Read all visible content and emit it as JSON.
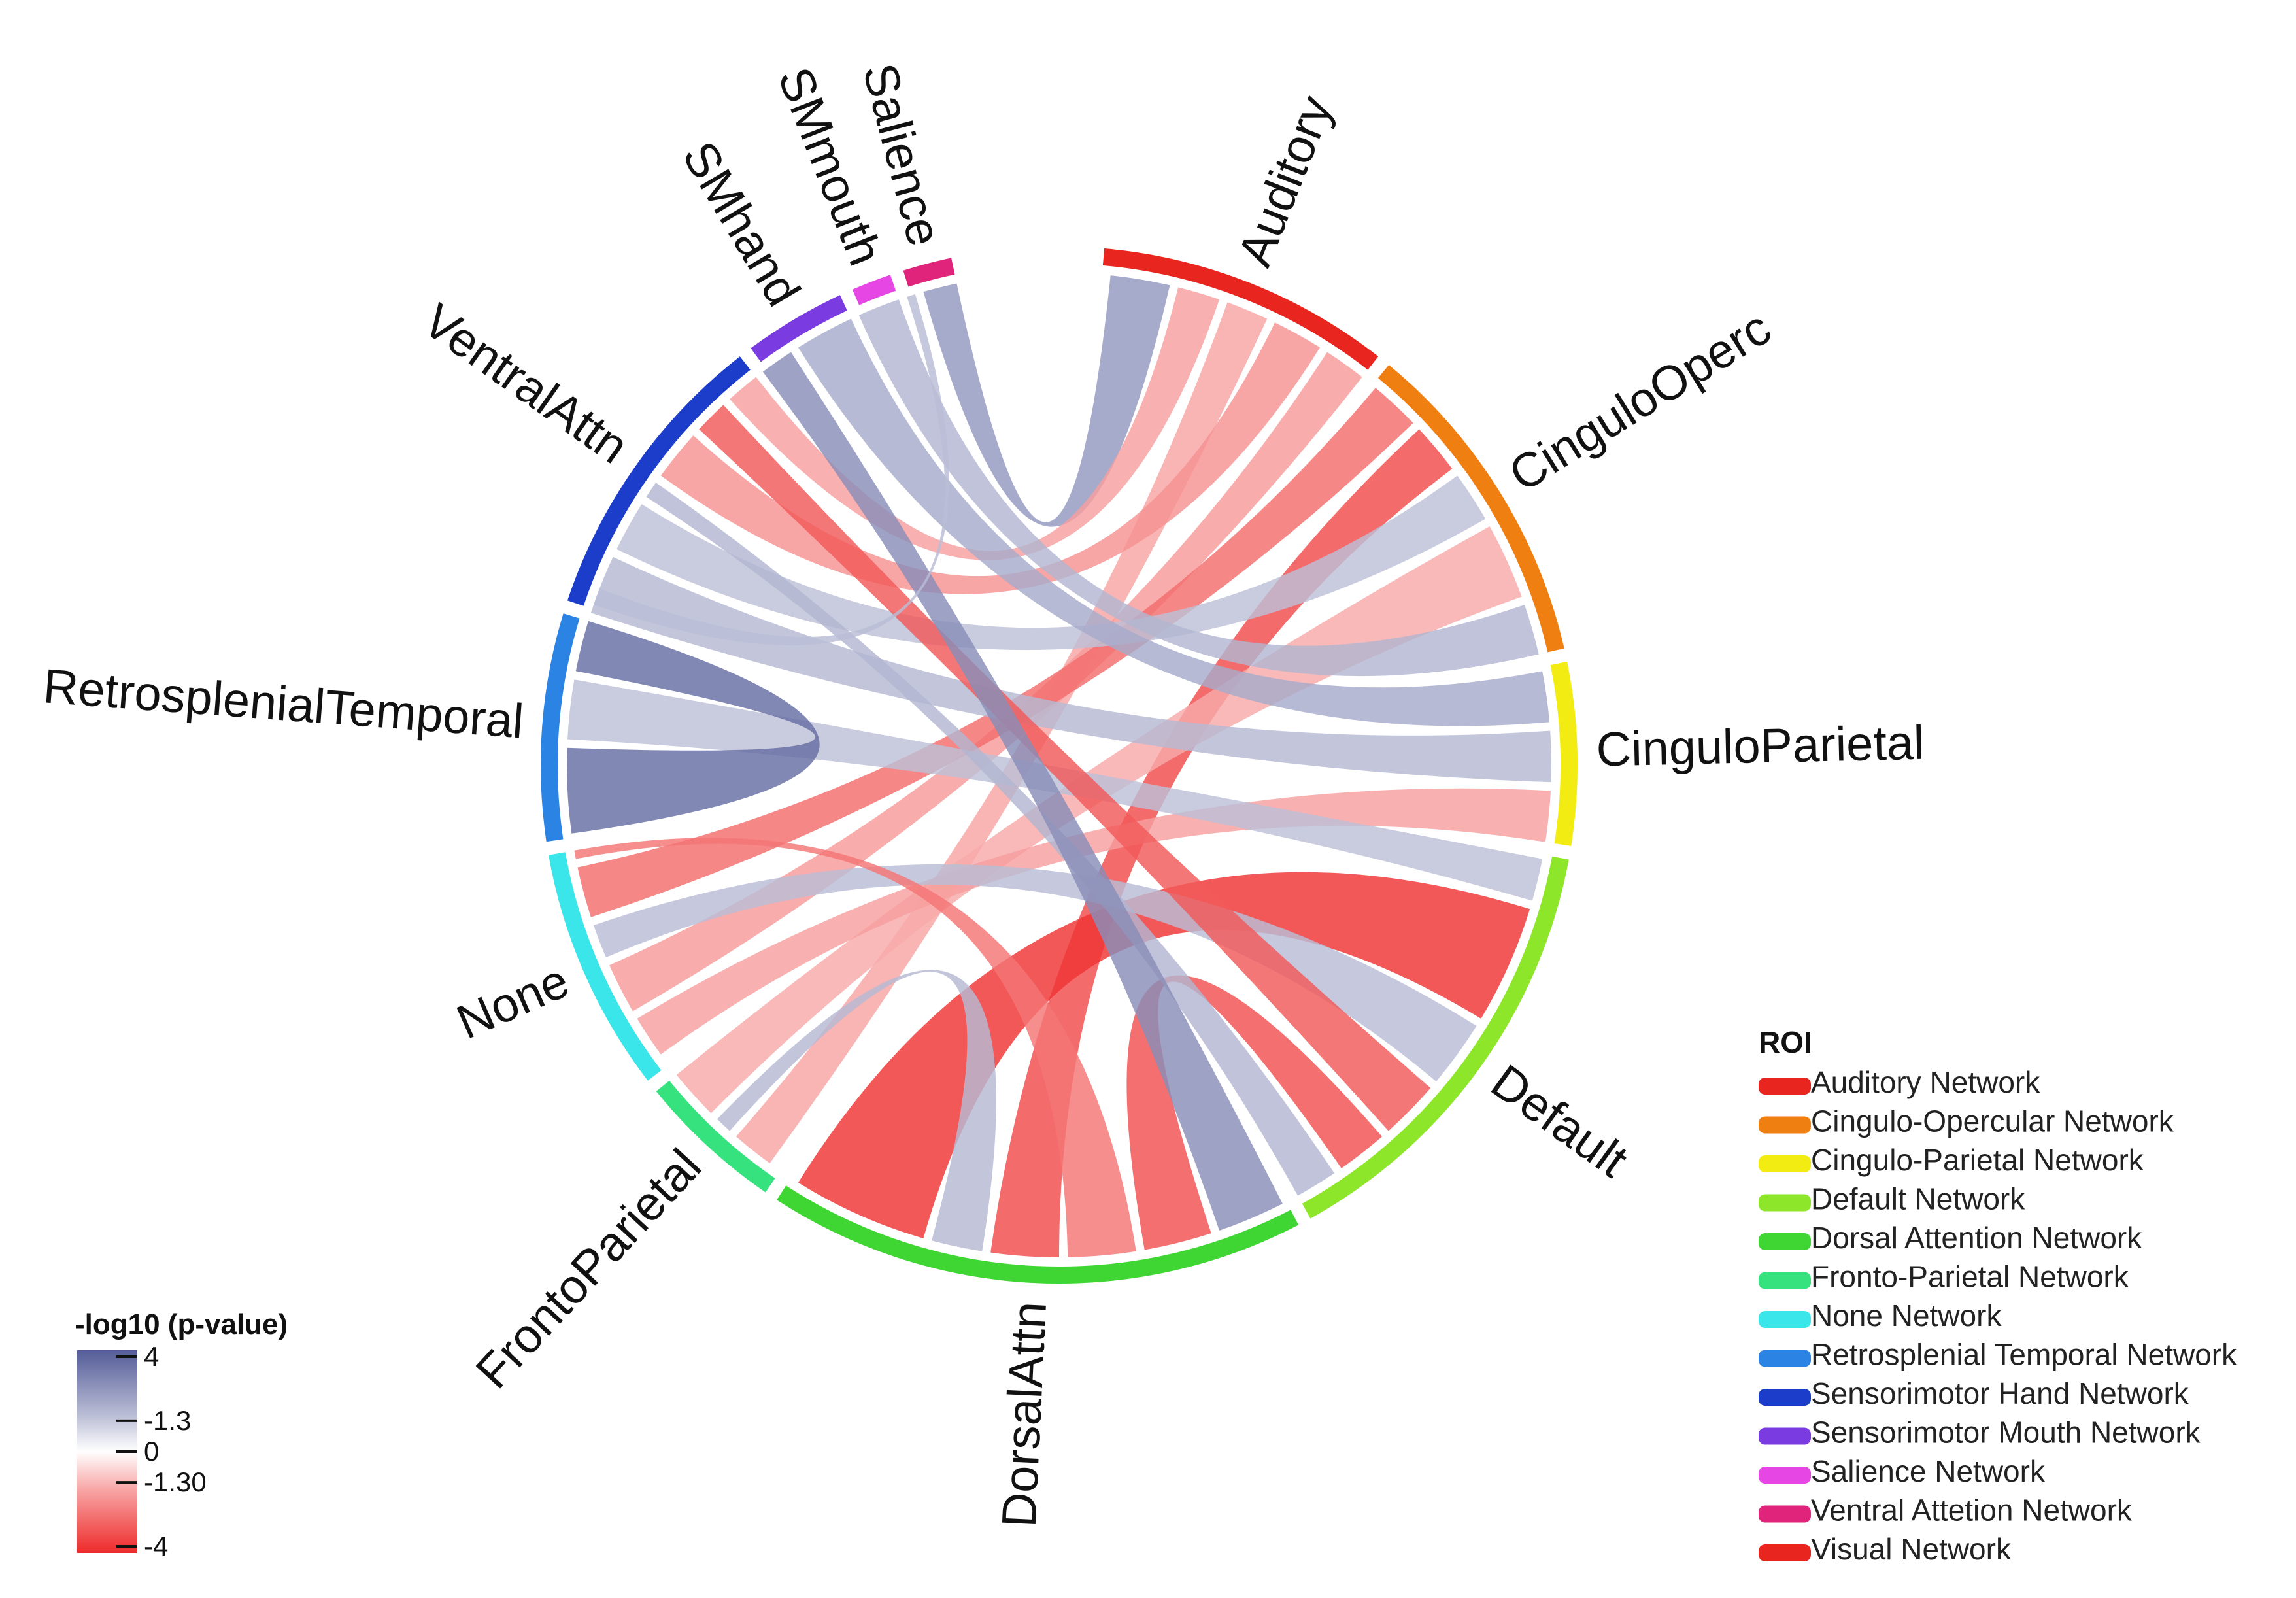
{
  "sectors": [
    {
      "id": "auditory",
      "label": "Auditory",
      "color": "#e8251e",
      "start": 5,
      "end": 38
    },
    {
      "id": "cingulo-operc",
      "label": "CinguloOperc",
      "color": "#f07f12",
      "start": 39.5,
      "end": 77
    },
    {
      "id": "cingulo-parietal",
      "label": "CinguloParietal",
      "color": "#f3ec12",
      "start": 78.5,
      "end": 99
    },
    {
      "id": "default",
      "label": "Default",
      "color": "#8ee62a",
      "start": 100.5,
      "end": 151
    },
    {
      "id": "dorsal-attn",
      "label": "DorsalAttn",
      "color": "#3fd633",
      "start": 152.5,
      "end": 213
    },
    {
      "id": "fronto-parietal",
      "label": "FrontoParietal",
      "color": "#35e27d",
      "start": 214.5,
      "end": 231
    },
    {
      "id": "none",
      "label": "None",
      "color": "#3ae6ea",
      "start": 232.5,
      "end": 260
    },
    {
      "id": "retrosplenial-temporal",
      "label": "RetrosplenialTemporal",
      "color": "#2b83e3",
      "start": 261.5,
      "end": 287
    },
    {
      "id": "ventral-attn",
      "label": "VentralAttn",
      "color": "#1b3dc9",
      "start": 288.5,
      "end": 322
    },
    {
      "id": "smhand",
      "label": "SMhand",
      "color": "#7a3ce0",
      "start": 323.5,
      "end": 335
    },
    {
      "id": "smmouth",
      "label": "SMmouth",
      "color": "#e646e3",
      "start": 336.5,
      "end": 341
    },
    {
      "id": "salience",
      "label": "Salience",
      "color": "#e0237b",
      "start": 342.5,
      "end": 348
    }
  ],
  "links": [
    {
      "a": [
        6,
        13
      ],
      "b": [
        344,
        348
      ],
      "value": -2.3
    },
    {
      "a": [
        14,
        19
      ],
      "b": [
        318,
        322
      ],
      "value": 1.5
    },
    {
      "a": [
        20,
        25
      ],
      "b": [
        216,
        221
      ],
      "value": 1.4
    },
    {
      "a": [
        26,
        32
      ],
      "b": [
        306,
        312
      ],
      "value": 1.8
    },
    {
      "a": [
        33,
        38
      ],
      "b": [
        240,
        246
      ],
      "value": 1.6
    },
    {
      "a": [
        40,
        46
      ],
      "b": [
        252,
        258
      ],
      "value": 2.6
    },
    {
      "a": [
        47,
        53
      ],
      "b": [
        180,
        188
      ],
      "value": 3.3
    },
    {
      "a": [
        54,
        60
      ],
      "b": [
        296,
        302
      ],
      "value": -1.2
    },
    {
      "a": [
        61,
        70
      ],
      "b": [
        225,
        231
      ],
      "value": 1.3
    },
    {
      "a": [
        71,
        77
      ],
      "b": [
        336,
        341
      ],
      "value": -1.5
    },
    {
      "a": [
        79,
        85
      ],
      "b": [
        328,
        335
      ],
      "value": -1.8
    },
    {
      "a": [
        86,
        92
      ],
      "b": [
        288,
        295
      ],
      "value": -1.4
    },
    {
      "a": [
        93,
        99
      ],
      "b": [
        234,
        239
      ],
      "value": 1.5
    },
    {
      "a": [
        101,
        106
      ],
      "b": [
        273,
        280
      ],
      "value": -1.2
    },
    {
      "a": [
        107,
        121
      ],
      "b": [
        196,
        212
      ],
      "value": 3.8
    },
    {
      "a": [
        122,
        130
      ],
      "b": [
        247,
        251
      ],
      "value": -1.3
    },
    {
      "a": [
        131,
        138
      ],
      "b": [
        313,
        317
      ],
      "value": 3.0
    },
    {
      "a": [
        139,
        145
      ],
      "b": [
        162,
        170
      ],
      "value": 3.2
    },
    {
      "a": [
        146,
        151
      ],
      "b": [
        303,
        305
      ],
      "value": -1.5
    },
    {
      "a": [
        153,
        161
      ],
      "b": [
        323,
        327
      ],
      "value": -2.6
    },
    {
      "a": [
        171,
        179
      ],
      "b": [
        259,
        260
      ],
      "value": 2.4
    },
    {
      "a": [
        189,
        195
      ],
      "b": [
        222,
        224
      ],
      "value": -1.4
    },
    {
      "a": [
        262,
        272
      ],
      "b": [
        281,
        287
      ],
      "value": -3.5
    },
    {
      "a": [
        342,
        343
      ],
      "b": [
        289,
        291
      ],
      "value": -1.3
    }
  ],
  "legend": {
    "title": "ROI",
    "entries": [
      {
        "label": "Auditory Network",
        "color": "#e8251e"
      },
      {
        "label": "Cingulo-Opercular Network",
        "color": "#f07f12"
      },
      {
        "label": "Cingulo-Parietal Network",
        "color": "#f3ec12"
      },
      {
        "label": "Default Network",
        "color": "#8ee62a"
      },
      {
        "label": "Dorsal Attention Network",
        "color": "#3fd633"
      },
      {
        "label": "Fronto-Parietal Network",
        "color": "#35e27d"
      },
      {
        "label": "None Network",
        "color": "#3ae6ea"
      },
      {
        "label": "Retrosplenial Temporal Network",
        "color": "#2b83e3"
      },
      {
        "label": "Sensorimotor Hand Network",
        "color": "#1b3dc9"
      },
      {
        "label": "Sensorimotor Mouth Network",
        "color": "#7a3ce0"
      },
      {
        "label": "Salience Network",
        "color": "#e646e3"
      },
      {
        "label": "Ventral Attetion Network",
        "color": "#e0237b"
      },
      {
        "label": "Visual Network",
        "color": "#e8251e"
      }
    ]
  },
  "colorbar": {
    "title": "-log10 (p-value)",
    "ticks": [
      {
        "label": "-4",
        "value": -4
      },
      {
        "label": "-1.30",
        "value": -1.3
      },
      {
        "label": "0",
        "value": 0
      },
      {
        "label": "-1.3",
        "value": 1.3
      },
      {
        "label": "4",
        "value": 4
      }
    ],
    "colors": {
      "negative": "#545c98",
      "neutral": "#ffffff",
      "positive": "#ee2a2a"
    }
  }
}
